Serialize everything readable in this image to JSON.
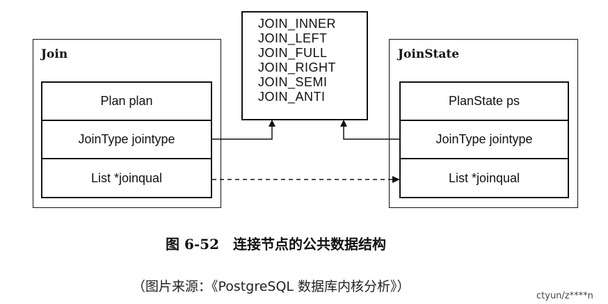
{
  "diagram": {
    "join": {
      "title": "Join",
      "fields": [
        "Plan  plan",
        "JoinType  jointype",
        "List  *joinqual"
      ]
    },
    "joinstate": {
      "title": "JoinState",
      "fields": [
        "PlanState  ps",
        "JoinType  jointype",
        "List  *joinqual"
      ]
    },
    "jointype_enum": [
      "JOIN_INNER",
      "JOIN_LEFT",
      "JOIN_FULL",
      "JOIN_RIGHT",
      "JOIN_SEMI",
      "JOIN_ANTI"
    ]
  },
  "caption": "图 6-52　连接节点的公共数据结构",
  "source": "（图片来源：《PostgreSQL 数据库内核分析》）",
  "watermark": "ctyun/z****n"
}
